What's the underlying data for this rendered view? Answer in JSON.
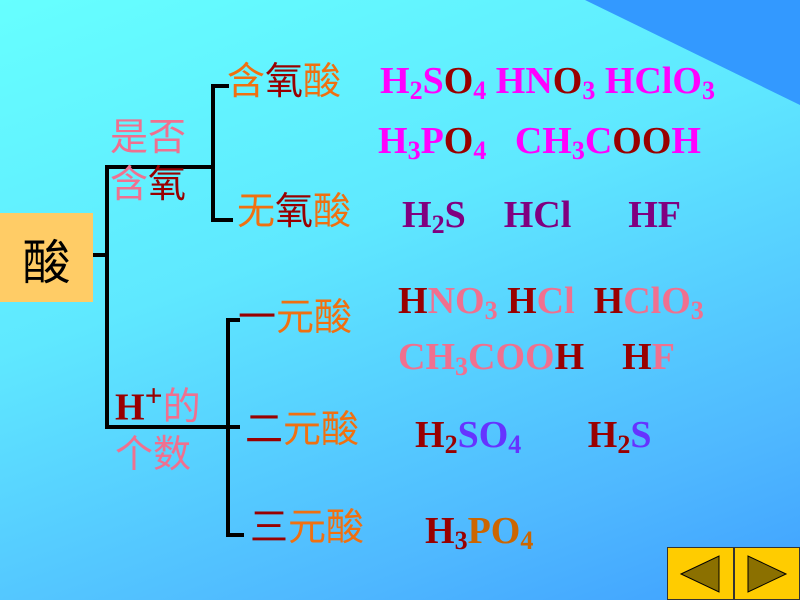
{
  "colors": {
    "magenta": "#ff00ff",
    "darkred": "#990000",
    "pink": "#f0708f",
    "orange": "#f07010",
    "purple": "#800080",
    "violet": "#6633ff",
    "brown": "#cc6600",
    "black": "#000000"
  },
  "root": "酸",
  "criteria": [
    {
      "lines": [
        [
          {
            "t": "是否",
            "c": "pink"
          }
        ],
        [
          {
            "t": "含",
            "c": "pink"
          },
          {
            "t": "氧",
            "c": "darkred"
          }
        ]
      ]
    },
    {
      "lines": [
        [
          {
            "t": "H",
            "c": "darkred",
            "b": 1
          },
          {
            "t": "+",
            "c": "darkred",
            "sup": 1,
            "b": 1
          },
          {
            "t": "的",
            "c": "pink"
          }
        ],
        [
          {
            "t": "个数",
            "c": "pink"
          }
        ]
      ]
    }
  ],
  "categories": [
    [
      {
        "t": "含",
        "c": "orange"
      },
      {
        "t": "氧",
        "c": "darkred"
      },
      {
        "t": "酸",
        "c": "orange"
      }
    ],
    [
      {
        "t": "无",
        "c": "orange"
      },
      {
        "t": "氧",
        "c": "darkred"
      },
      {
        "t": "酸",
        "c": "orange"
      }
    ],
    [
      {
        "t": "一",
        "c": "darkred"
      },
      {
        "t": "元酸",
        "c": "orange"
      }
    ],
    [
      {
        "t": "二",
        "c": "darkred"
      },
      {
        "t": "元酸",
        "c": "orange"
      }
    ],
    [
      {
        "t": "三",
        "c": "darkred"
      },
      {
        "t": "元酸",
        "c": "orange"
      }
    ]
  ],
  "formulas": [
    [
      {
        "t": "H",
        "c": "magenta"
      },
      {
        "t": "2",
        "c": "magenta",
        "sub": 1
      },
      {
        "t": "S",
        "c": "magenta"
      },
      {
        "t": "O",
        "c": "darkred"
      },
      {
        "t": "4",
        "c": "magenta",
        "sub": 1
      },
      {
        "t": " H",
        "c": "magenta"
      },
      {
        "t": "N",
        "c": "magenta"
      },
      {
        "t": "O",
        "c": "darkred"
      },
      {
        "t": "3",
        "c": "magenta",
        "sub": 1
      },
      {
        "t": " HClO",
        "c": "magenta"
      },
      {
        "t": "3",
        "c": "magenta",
        "sub": 1
      }
    ],
    [
      {
        "t": "H",
        "c": "magenta"
      },
      {
        "t": "3",
        "c": "magenta",
        "sub": 1
      },
      {
        "t": "P",
        "c": "magenta"
      },
      {
        "t": "O",
        "c": "darkred"
      },
      {
        "t": "4",
        "c": "magenta",
        "sub": 1
      },
      {
        "t": "   CH",
        "c": "magenta"
      },
      {
        "t": "3",
        "c": "magenta",
        "sub": 1
      },
      {
        "t": "C",
        "c": "magenta"
      },
      {
        "t": "OO",
        "c": "darkred"
      },
      {
        "t": "H",
        "c": "magenta"
      }
    ],
    [
      {
        "t": "H",
        "c": "purple"
      },
      {
        "t": "2",
        "c": "purple",
        "sub": 1
      },
      {
        "t": "S    HCl      HF",
        "c": "purple"
      }
    ],
    [
      {
        "t": "H",
        "c": "darkred"
      },
      {
        "t": "NO",
        "c": "pink"
      },
      {
        "t": "3",
        "c": "pink",
        "sub": 1
      },
      {
        "t": " H",
        "c": "darkred"
      },
      {
        "t": "Cl",
        "c": "pink"
      },
      {
        "t": "  H",
        "c": "darkred"
      },
      {
        "t": "ClO",
        "c": "pink"
      },
      {
        "t": "3",
        "c": "pink",
        "sub": 1
      }
    ],
    [
      {
        "t": "CH",
        "c": "pink"
      },
      {
        "t": "3",
        "c": "pink",
        "sub": 1
      },
      {
        "t": "COO",
        "c": "pink"
      },
      {
        "t": "H",
        "c": "darkred"
      },
      {
        "t": "    H",
        "c": "darkred"
      },
      {
        "t": "F",
        "c": "pink"
      }
    ],
    [
      {
        "t": "H",
        "c": "darkred"
      },
      {
        "t": "2",
        "c": "darkred",
        "sub": 1
      },
      {
        "t": "SO",
        "c": "violet"
      },
      {
        "t": "4",
        "c": "violet",
        "sub": 1
      },
      {
        "t": "       H",
        "c": "darkred"
      },
      {
        "t": "2",
        "c": "darkred",
        "sub": 1
      },
      {
        "t": "S",
        "c": "violet"
      }
    ],
    [
      {
        "t": "H",
        "c": "darkred"
      },
      {
        "t": "3",
        "c": "darkred",
        "sub": 1
      },
      {
        "t": "PO",
        "c": "brown"
      },
      {
        "t": "4",
        "c": "brown",
        "sub": 1
      }
    ]
  ],
  "nav": {
    "prev": "previous-slide",
    "next": "next-slide"
  }
}
